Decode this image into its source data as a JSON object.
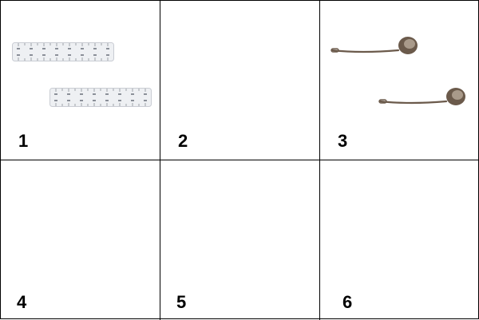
{
  "cells": [
    {
      "label": "1",
      "content": "two-rulers"
    },
    {
      "label": "2",
      "content": "empty"
    },
    {
      "label": "3",
      "content": "two-ladles"
    },
    {
      "label": "4",
      "content": "empty"
    },
    {
      "label": "5",
      "content": "empty"
    },
    {
      "label": "6",
      "content": "empty"
    }
  ],
  "colors": {
    "grid_line": "#000000",
    "ruler_body": "#eef0f3",
    "ruler_edge": "#c9ccd3",
    "ruler_marks": "#6b6f78",
    "ladle_metal": "#6b5a4b",
    "ladle_highlight": "#a99a8a"
  }
}
